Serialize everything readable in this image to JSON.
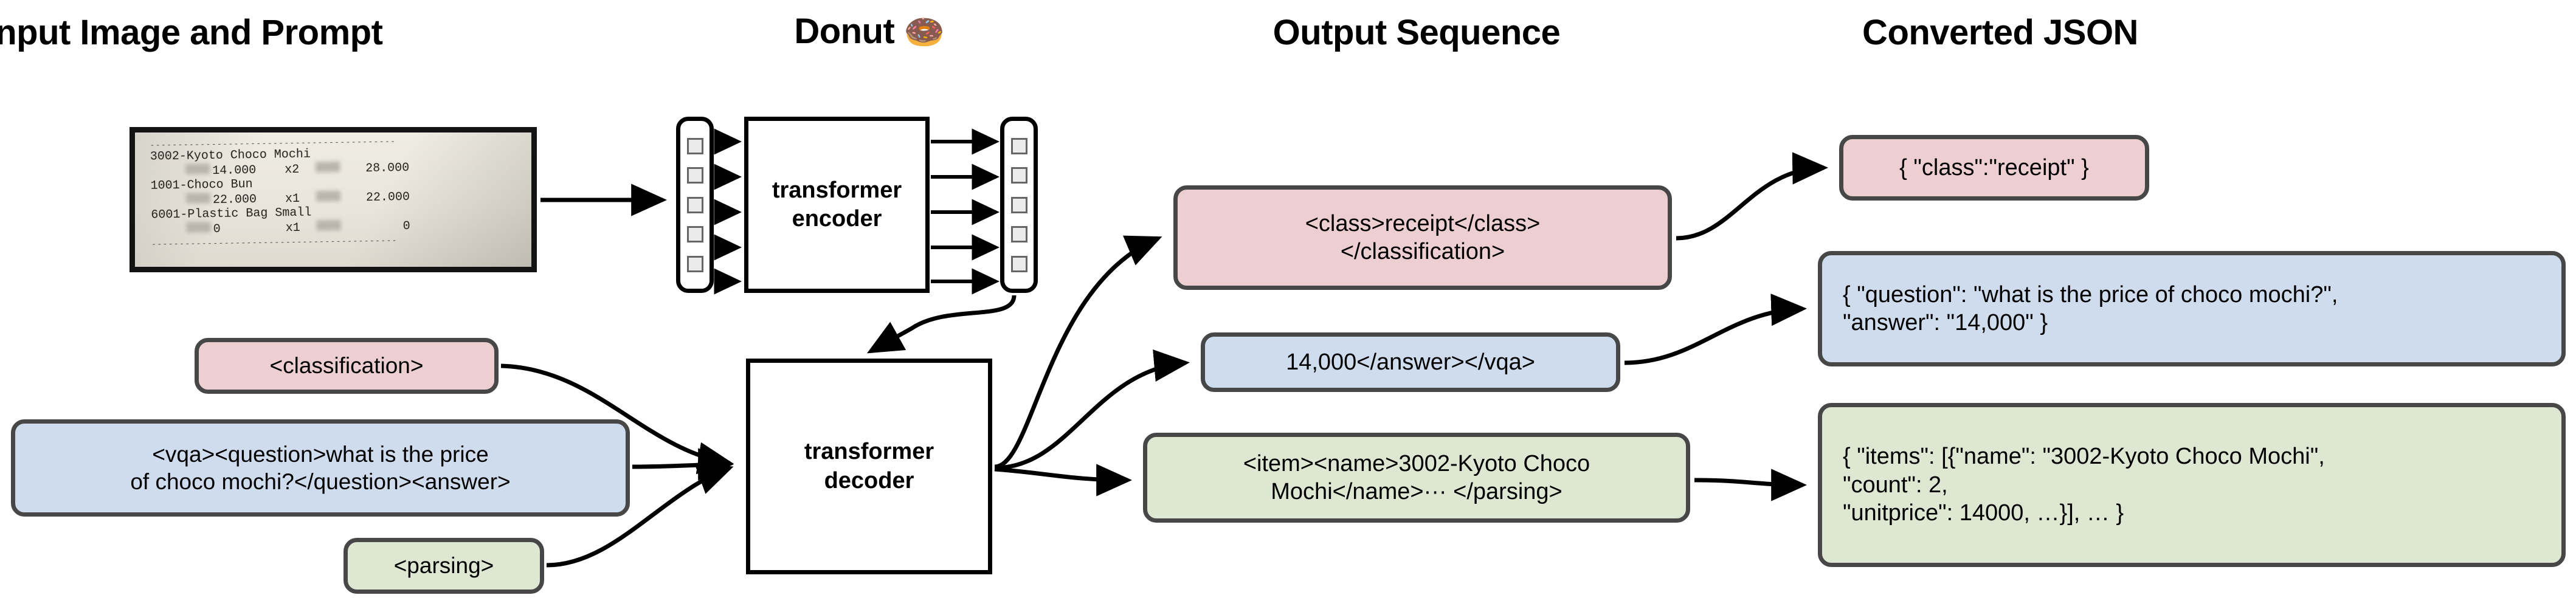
{
  "figure": {
    "columns": [
      {
        "id": "input",
        "title": "Input Image and Prompt",
        "emoji": ""
      },
      {
        "id": "model",
        "title": "Donut ",
        "emoji": "🍩"
      },
      {
        "id": "output",
        "title": "Output Sequence",
        "emoji": ""
      },
      {
        "id": "json",
        "title": "Converted JSON",
        "emoji": ""
      }
    ]
  },
  "receipt": {
    "alt": "photo of a printed receipt",
    "top_rule": "--------------------------------------------",
    "bottom_rule": "--------------------------------------------",
    "lines": [
      {
        "name": "3002-Kyoto Choco Mochi",
        "price": "14.000",
        "qty": "x2",
        "total": "28.000"
      },
      {
        "name": "1001-Choco Bun",
        "price": "22.000",
        "qty": "x1",
        "total": "22.000"
      },
      {
        "name": "6001-Plastic Bag Small",
        "price": "0",
        "qty": "x1",
        "total": "0"
      }
    ]
  },
  "prompts": [
    {
      "id": "classification",
      "color": "pink",
      "text": "<classification>"
    },
    {
      "id": "vqa",
      "color": "blue",
      "text": "<vqa><question>what is the price\nof choco mochi?</question><answer>"
    },
    {
      "id": "parsing",
      "color": "green",
      "text": "<parsing>"
    }
  ],
  "model": {
    "encoder_label": "transformer\nencoder",
    "decoder_label": "transformer\ndecoder",
    "encoder_input_tokens": 5,
    "encoder_output_tokens": 5
  },
  "outputs": [
    {
      "id": "classification",
      "color": "pink",
      "text": "<class>receipt</class>\n</classification>"
    },
    {
      "id": "vqa",
      "color": "blue",
      "text": "14,000</answer></vqa>"
    },
    {
      "id": "parsing",
      "color": "green",
      "text": "<item><name>3002-Kyoto Choco\nMochi</name>··· </parsing>"
    }
  ],
  "json_results": [
    {
      "id": "classification",
      "color": "pink",
      "text": "{ \"class\":\"receipt\" }"
    },
    {
      "id": "vqa",
      "color": "blue",
      "text": "{ \"question\": \"what is the price of choco mochi?\",\n  \"answer\": \"14,000\" }"
    },
    {
      "id": "parsing",
      "color": "green",
      "text": "{ \"items\": [{\"name\": \"3002-Kyoto Choco Mochi\",\n    \"count\": 2,\n    \"unitprice\": 14000, …}], … }"
    }
  ],
  "colors": {
    "pink": "#edcfd1",
    "blue": "#cfdcee",
    "green": "#dde7d1",
    "node_border": "#474747",
    "block_border": "#000000",
    "arrow": "#000000",
    "token_fill": "#ebebeb",
    "token_border": "#666666",
    "background": "#ffffff"
  }
}
